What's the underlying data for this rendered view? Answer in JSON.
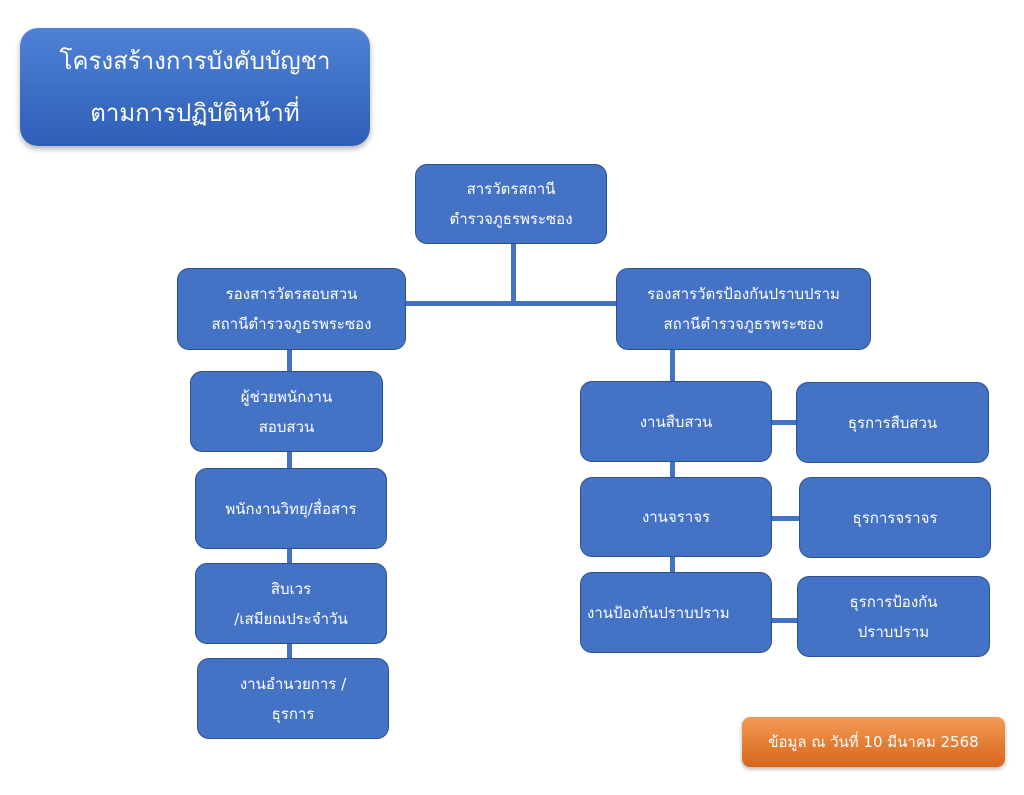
{
  "title": {
    "line1": "โครงสร้างการบังคับบัญชา",
    "line2": "ตามการปฏิบัติหน้าที่"
  },
  "top": {
    "line1": "สารวัตรสถานี",
    "line2": "ตำรวจภูธรพระซอง"
  },
  "left_deputy": {
    "line1": "รองสารวัตรสอบสวน",
    "line2": "สถานีตำรวจภูธรพระซอง"
  },
  "right_deputy": {
    "line1": "รองสารวัตรป้องกันปราบปราม",
    "line2": "สถานีตำรวจภูธรพระซอง"
  },
  "left_units": [
    {
      "line1": "ผู้ช่วยพนักงาน",
      "line2": "สอบสวน"
    },
    {
      "line1": "พนักงานวิทยุ/สื่อสาร",
      "line2": ""
    },
    {
      "line1": "สิบเวร",
      "line2": "/เสมียณประจำวัน"
    },
    {
      "line1": "งานอำนวยการ /",
      "line2": "ธุรการ"
    }
  ],
  "right_units": [
    {
      "label": "งานสืบสวน",
      "admin1": "ธุรการสืบสวน",
      "admin2": ""
    },
    {
      "label": "งานจราจร",
      "admin1": "ธุรการจราจร",
      "admin2": ""
    },
    {
      "label": "งานป้องกันปราบปราม",
      "admin1": "ธุรการป้องกัน",
      "admin2": "ปราบปราม"
    }
  ],
  "note": "ข้อมูล ณ วันที่ 10 มีนาคม 2568",
  "colors": {
    "box": "#4472c4",
    "border": "#2f528f",
    "note": "#e07a2c"
  }
}
